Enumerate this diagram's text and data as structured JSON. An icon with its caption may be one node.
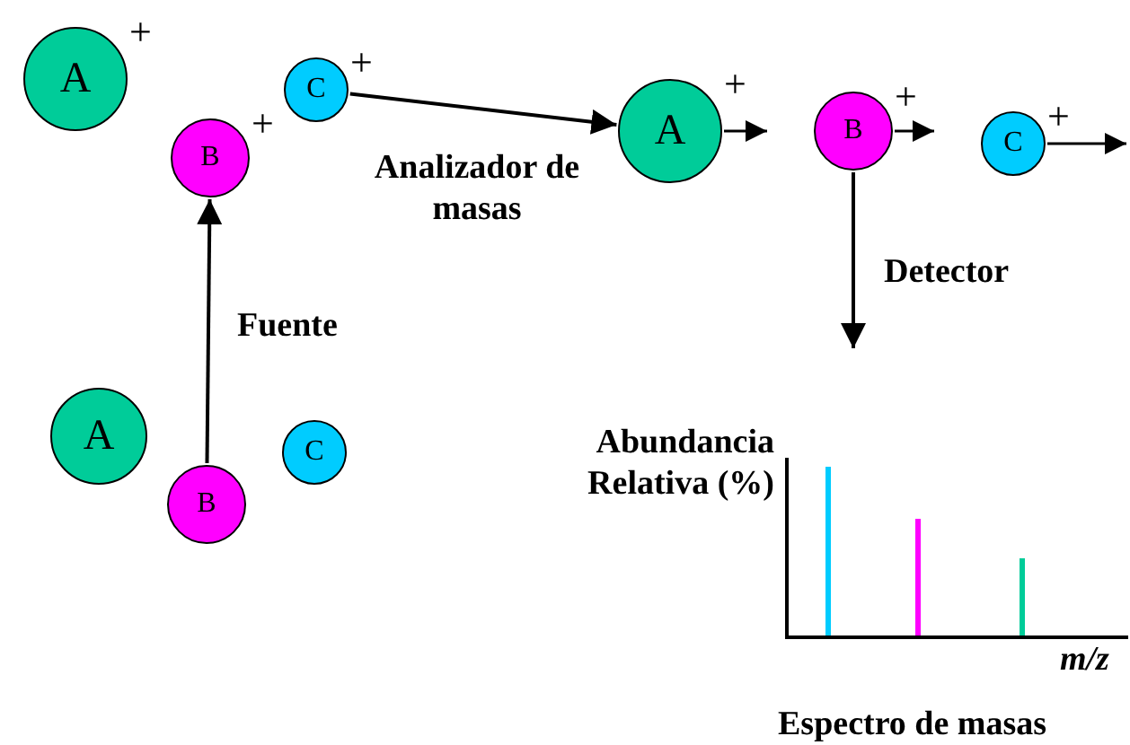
{
  "diagram": {
    "nodes": [
      {
        "text": [
          "A"
        ]
      },
      {
        "text": [
          "B"
        ]
      },
      {
        "text": [
          "C"
        ]
      },
      {
        "text": [
          "A"
        ],
        "beside": [
          "+"
        ]
      },
      {
        "text": [
          "B"
        ],
        "beside": [
          "+"
        ]
      },
      {
        "text": [
          "C"
        ],
        "beside": [
          "+"
        ]
      },
      {
        "text": [
          "A"
        ],
        "beside": [
          "+"
        ]
      },
      {
        "text": [
          "B"
        ],
        "beside": [
          "+"
        ]
      },
      {
        "text": [
          "C"
        ],
        "beside": [
          "+"
        ]
      }
    ],
    "edges": [
      {
        "from": 1,
        "to": 4,
        "arrow": "to",
        "label": "Fuente"
      },
      {
        "from": 5,
        "to": 6,
        "arrow": "to",
        "label": "Analizador de masas"
      },
      {
        "from": 7,
        "to": null,
        "arrow": "to",
        "label": "Detector"
      },
      {
        "from": 6,
        "to": null,
        "arrow": "to"
      },
      {
        "from": 7,
        "to": null,
        "arrow": "to"
      },
      {
        "from": 8,
        "to": null,
        "arrow": "to"
      }
    ],
    "labels": [
      "Abundancia Relativa (%)",
      "m/z",
      "Espectro de masas"
    ]
  }
}
